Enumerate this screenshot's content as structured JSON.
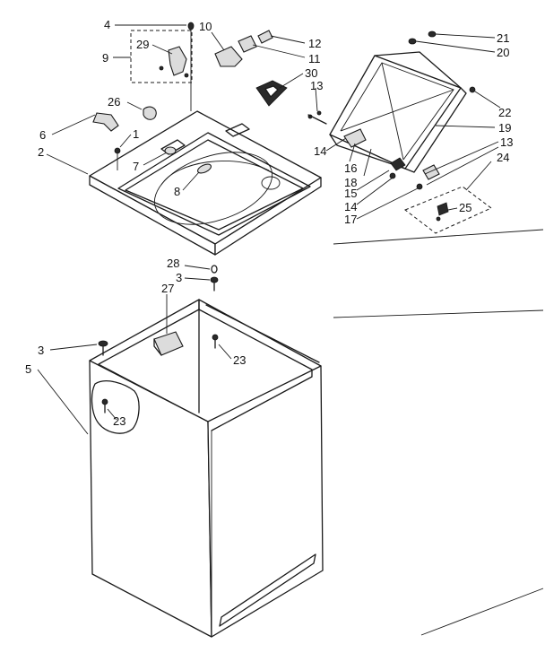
{
  "diagram": {
    "title": "",
    "callouts": [
      {
        "key": "c4",
        "text": "4"
      },
      {
        "key": "c10",
        "text": "10"
      },
      {
        "key": "c12",
        "text": "12"
      },
      {
        "key": "c11",
        "text": "11"
      },
      {
        "key": "c29",
        "text": "29"
      },
      {
        "key": "c9",
        "text": "9"
      },
      {
        "key": "c30",
        "text": "30"
      },
      {
        "key": "c13a",
        "text": "13"
      },
      {
        "key": "c21",
        "text": "21"
      },
      {
        "key": "c20",
        "text": "20"
      },
      {
        "key": "c26",
        "text": "26"
      },
      {
        "key": "c6",
        "text": "6"
      },
      {
        "key": "c1",
        "text": "1"
      },
      {
        "key": "c2",
        "text": "2"
      },
      {
        "key": "c7",
        "text": "7"
      },
      {
        "key": "c8",
        "text": "8"
      },
      {
        "key": "c22",
        "text": "22"
      },
      {
        "key": "c19",
        "text": "19"
      },
      {
        "key": "c14a",
        "text": "14"
      },
      {
        "key": "c13b",
        "text": "13"
      },
      {
        "key": "c16",
        "text": "16"
      },
      {
        "key": "c18",
        "text": "18"
      },
      {
        "key": "c24",
        "text": "24"
      },
      {
        "key": "c15",
        "text": "15"
      },
      {
        "key": "c14b",
        "text": "14"
      },
      {
        "key": "c17",
        "text": "17"
      },
      {
        "key": "c25",
        "text": "25"
      },
      {
        "key": "c28",
        "text": "28"
      },
      {
        "key": "c3a",
        "text": "3"
      },
      {
        "key": "c27",
        "text": "27"
      },
      {
        "key": "c23a",
        "text": "23"
      },
      {
        "key": "c3b",
        "text": "3"
      },
      {
        "key": "c5",
        "text": "5"
      },
      {
        "key": "c23b",
        "text": "23"
      }
    ]
  }
}
